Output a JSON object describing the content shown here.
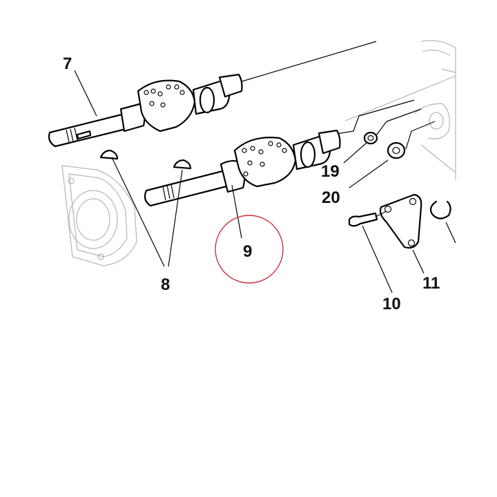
{
  "diagram": {
    "callouts": [
      {
        "id": "callout-7",
        "label": "7"
      },
      {
        "id": "callout-8",
        "label": "8"
      },
      {
        "id": "callout-9",
        "label": "9"
      },
      {
        "id": "callout-10",
        "label": "10"
      },
      {
        "id": "callout-11",
        "label": "11"
      },
      {
        "id": "callout-19",
        "label": "19"
      },
      {
        "id": "callout-20",
        "label": "20"
      }
    ],
    "highlight_color": "#c8323c",
    "line_color": "#000000",
    "ghost_color": "#b4b4b4"
  }
}
